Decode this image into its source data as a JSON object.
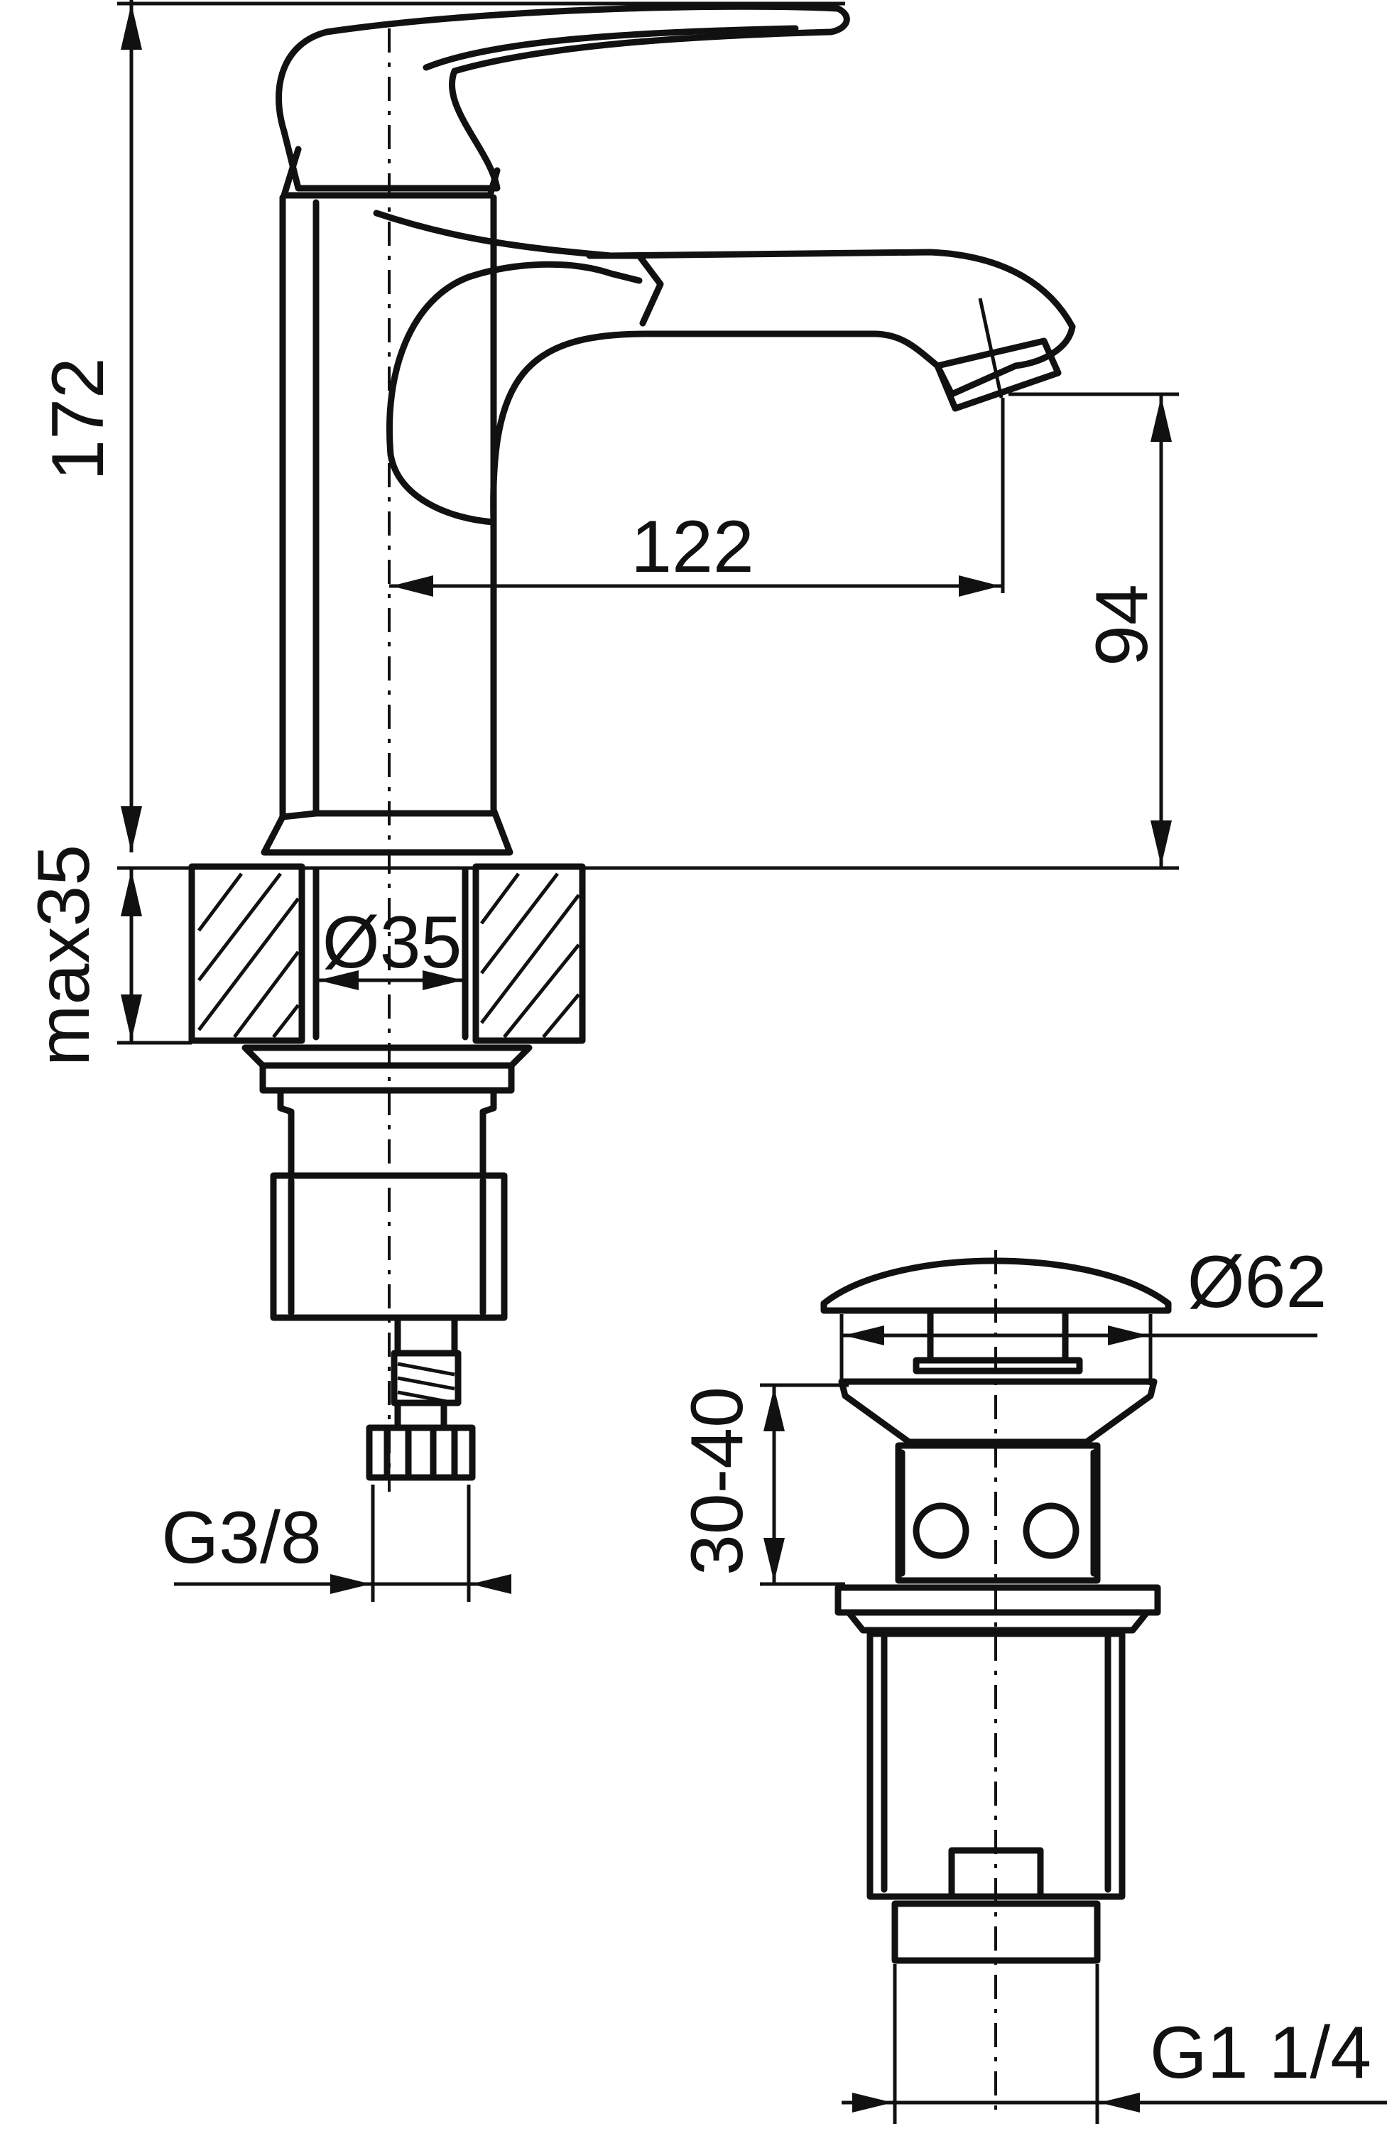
{
  "drawing": {
    "dimensions": {
      "total_height": "172",
      "spout_reach": "122",
      "spout_height": "94",
      "max_deck_thickness": "max35",
      "hole_diameter": "Ø35",
      "supply_thread": "G3/8",
      "waste_cap_diameter": "Ø62",
      "waste_adjust_range": "30-40",
      "waste_thread": "G1 1/4"
    }
  }
}
